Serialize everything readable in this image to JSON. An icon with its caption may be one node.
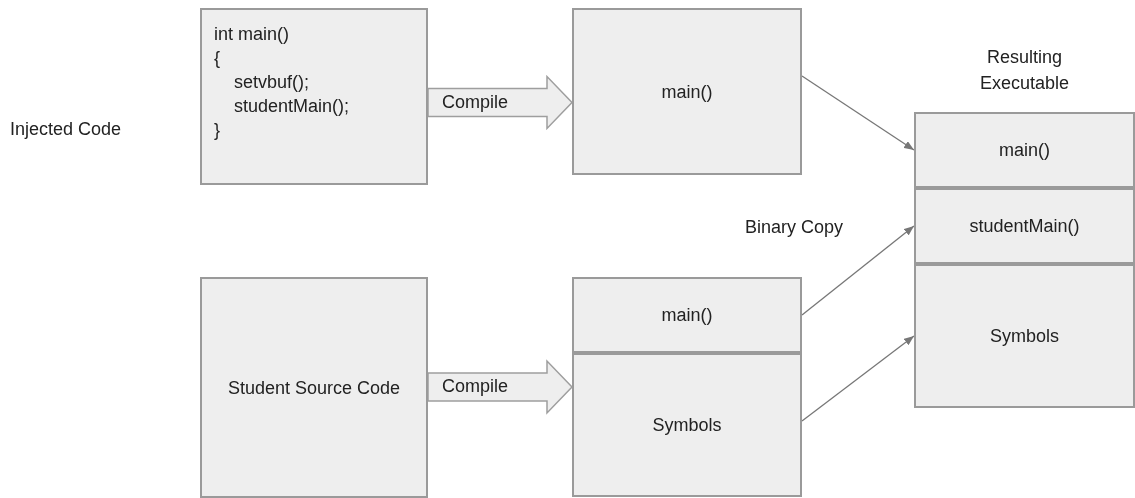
{
  "diagram": {
    "nodes": [
      {
        "text": [
          "int main()",
          "{",
          "setvbuf();",
          "studentMain();",
          "}"
        ]
      },
      {
        "text": [
          "main()"
        ]
      },
      {
        "text": [
          "Student Source Code"
        ]
      },
      {
        "text": [
          "main()"
        ]
      },
      {
        "text": [
          "Symbols"
        ]
      },
      {
        "text": [
          "Resulting Executable"
        ]
      },
      {
        "text": [
          "main()"
        ],
        "in": 5
      },
      {
        "text": [
          "studentMain()"
        ],
        "in": 5
      },
      {
        "text": [
          "Symbols"
        ],
        "in": 5
      }
    ],
    "edges": [
      {
        "from": 0,
        "to": 1,
        "arrow": "to",
        "label": "Compile",
        "style": "thick"
      },
      {
        "from": 2,
        "to": 4,
        "arrow": "to",
        "label": "Compile",
        "style": "thick"
      },
      {
        "from": 1,
        "to": 6,
        "arrow": "to"
      },
      {
        "from": 3,
        "to": 7,
        "arrow": "to"
      },
      {
        "from": 4,
        "to": 8,
        "arrow": "to"
      }
    ],
    "labels": [
      "Injected Code",
      "Binary Copy"
    ]
  }
}
